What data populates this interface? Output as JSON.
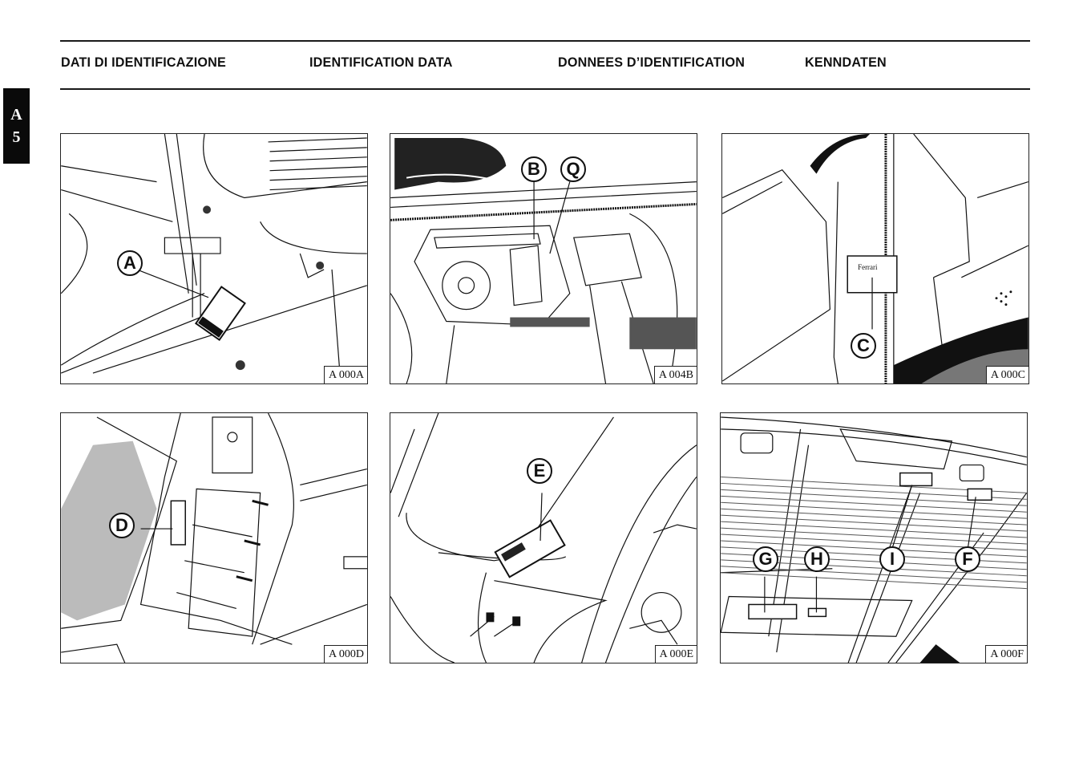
{
  "header": {
    "headings": [
      {
        "lang": "it",
        "text": "DATI DI IDENTIFICAZIONE"
      },
      {
        "lang": "en",
        "text": "IDENTIFICATION DATA"
      },
      {
        "lang": "fr",
        "text": "DONNEES D’IDENTIFICATION"
      },
      {
        "lang": "de",
        "text": "KENNDATEN"
      }
    ]
  },
  "side_tab": {
    "section": "A",
    "page": "5"
  },
  "figures": [
    {
      "code": "A 000A",
      "callouts": [
        "A"
      ]
    },
    {
      "code": "A 004B",
      "callouts": [
        "B",
        "Q"
      ]
    },
    {
      "code": "A 000C",
      "callouts": [
        "C"
      ]
    },
    {
      "code": "A 000D",
      "callouts": [
        "D"
      ]
    },
    {
      "code": "A 000E",
      "callouts": [
        "E"
      ]
    },
    {
      "code": "A 000F",
      "callouts": [
        "G",
        "H",
        "I",
        "F"
      ]
    }
  ],
  "colors": {
    "ink": "#111111",
    "paper": "#ffffff",
    "tab": "#0a0a0a"
  }
}
